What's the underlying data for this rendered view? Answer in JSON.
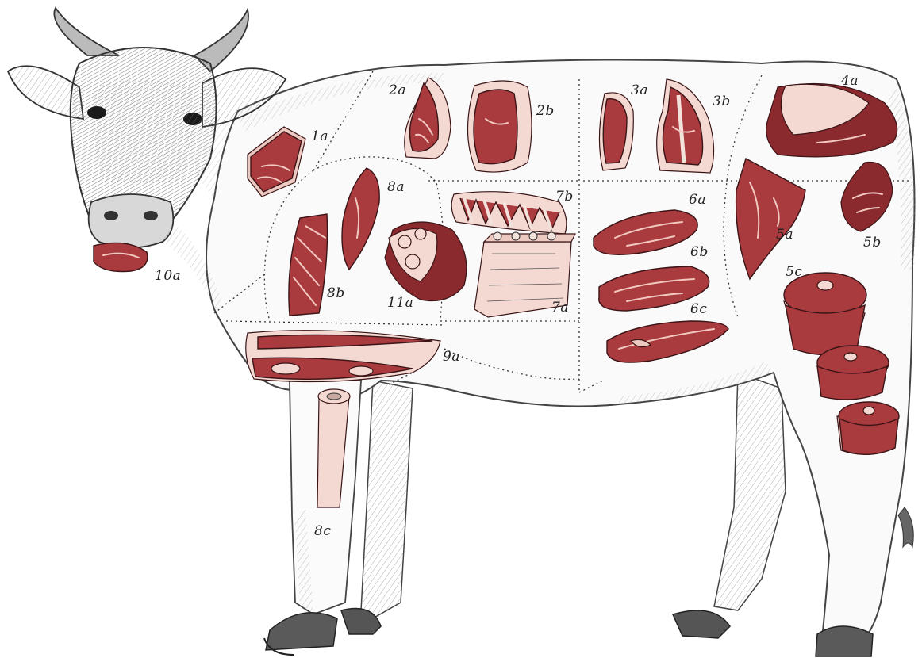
{
  "cut_labels": {
    "c1a": "1a",
    "c2a": "2a",
    "c2b": "2b",
    "c3a": "3a",
    "c3b": "3b",
    "c4a": "4a",
    "c5a": "5a",
    "c5b": "5b",
    "c5c": "5c",
    "c6a": "6a",
    "c6b": "6b",
    "c6c": "6c",
    "c7a": "7a",
    "c7b": "7b",
    "c8a": "8a",
    "c8b": "8b",
    "c8c": "8c",
    "c9a": "9a",
    "c10a": "10a",
    "c11a": "11a"
  },
  "colors": {
    "meat": "#a93a3e",
    "fat": "#f3d9d2",
    "ink": "#222222",
    "background": "#ffffff"
  }
}
